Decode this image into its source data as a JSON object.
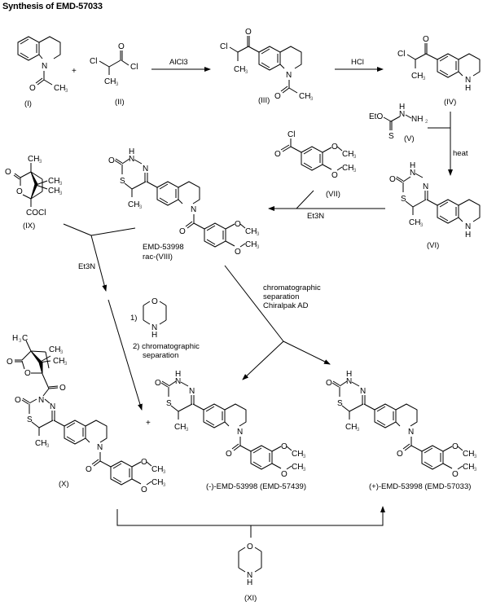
{
  "title": "Synthesis of EMD-57033",
  "compounds": {
    "I": {
      "label": "(I)"
    },
    "II": {
      "label": "(II)"
    },
    "III": {
      "label": "(III)"
    },
    "IV": {
      "label": "(IV)"
    },
    "V": {
      "label": "(V)"
    },
    "VI": {
      "label": "(VI)"
    },
    "VII": {
      "label": "(VII)"
    },
    "VIII": {
      "label_line1": "EMD-53998",
      "label_line2": "rac-(VIII)"
    },
    "IX": {
      "label": "(IX)"
    },
    "X": {
      "label": "(X)"
    },
    "minus": {
      "label": "(-)-EMD-53998 (EMD-57439)"
    },
    "plus": {
      "label": "(+)-EMD-53998 (EMD-57033)"
    },
    "XI": {
      "label": "(XI)"
    }
  },
  "reagents": {
    "step1": "AlCl3",
    "step2": "HCl",
    "step3": "heat",
    "step4": "Et3N",
    "step5": "Et3N",
    "step6_1": "1)",
    "step6_2": "2) chromatographic",
    "step6_3": "separation",
    "step7_1": "chromatographic",
    "step7_2": "separation",
    "step7_3": "Chiralpak AD"
  },
  "plus_sign": "+",
  "atoms": {
    "O": "O",
    "N": "N",
    "H": "H",
    "S": "S",
    "Cl": "Cl",
    "CH": "CH",
    "H3C": "H",
    "sub3": "3",
    "sub2": "2",
    "NH": "NH",
    "EtO": "EtO",
    "COCl": "COCl",
    "Et": "Et"
  }
}
